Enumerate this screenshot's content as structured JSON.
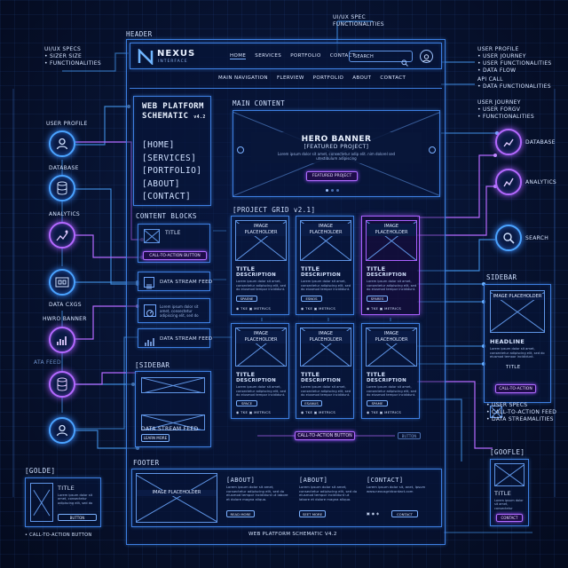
{
  "top_labels": {
    "spec": "UI/UX SPEC",
    "functionalities": "FUNCTIONALITIES"
  },
  "left_specs": {
    "title": "UI/UX SPECS",
    "items": [
      "• SIZER SIZE",
      "• FUNCTIONALITIES"
    ]
  },
  "right_specs": {
    "profile": [
      "USER PROFILE",
      "• USER JOURNEY",
      "• USER FUNCTIONALITIES",
      "• DATA FLOW"
    ],
    "api": [
      "API CALL",
      "• DATA FUNCTIONALITIES"
    ],
    "journey": [
      "USER JOURNEY",
      "• USER FORGV",
      "• FUNCTIONALITIES"
    ]
  },
  "header": {
    "label": "HEADER",
    "logo": "NEXUS",
    "logo_sub": "INTERFACE",
    "nav": [
      "HOME",
      "SERVICES",
      "PORTFOLIO",
      "CONTACT"
    ],
    "search_placeholder": "SEARCH"
  },
  "main_nav": [
    "MAIN NAVIGATION",
    "FLERVIEW",
    "PORTFOLIO",
    "ABOUT",
    "CONTACT"
  ],
  "platform": {
    "title": "WEB PLATFORM SCHEMATIC",
    "version": "v4.2",
    "menu": [
      "[HOME]",
      "[SERVICES]",
      "[PORTFOLIO]",
      "[ABOUT]",
      "[CONTACT]"
    ]
  },
  "content_blocks": {
    "label": "CONTENT BLOCKS",
    "title": "TITLE",
    "cta": "CALL-TO-ACTION BUTTON",
    "feed1": "DATA STREAM FEED",
    "feed2": "DATA STREAM FEED"
  },
  "main_content": {
    "label": "MAIN CONTENT",
    "hero_title": "HERO BANNER",
    "hero_sub": "[FEATURED PROJECT]",
    "hero_text": "Lorem ipsum dolor sit amet, consectetur adip elit. nim dolorel sed utestibulum adipiscing",
    "hero_button": "FEATURED PROJECT"
  },
  "project_grid": {
    "label": "[PROJECT GRID v2.1]",
    "cards": [
      {
        "ph": "IMAGE PLACEHOLDER",
        "title": "TITLE",
        "desc": "DESCRIPTION",
        "tag": "SPAENE",
        "t1": "TKE",
        "t2": "METRICS"
      },
      {
        "ph": "IMAGE PLACEHOLDER",
        "title": "TITLE",
        "desc": "DESCRIPTION",
        "tag": "ESNOS",
        "t1": "TKE",
        "t2": "METRICS"
      },
      {
        "ph": "IMAGE PLACEHOLDER",
        "title": "TITLE",
        "desc": "DESCRIPTION",
        "tag": "SPARES",
        "t1": "TKE",
        "t2": "METRICS"
      },
      {
        "ph": "IMAGE PLACEHOLDER",
        "title": "TITLE",
        "desc": "DESCRIPTION",
        "tag": "SPACE",
        "t1": "TKE",
        "t2": "METRICS"
      },
      {
        "ph": "IMAGE PLACEHOLDER",
        "title": "TITLE",
        "desc": "DESCRIPTION",
        "tag": "ESANUS",
        "t1": "TKE",
        "t2": "METRICS"
      },
      {
        "ph": "IMAGE PLACEHOLDER",
        "title": "TITLE",
        "desc": "DESCRIPTION",
        "tag": "SPAME",
        "t1": "TKE",
        "t2": "METRICS"
      }
    ],
    "cta": "CALL-TO-ACTION BUTTON",
    "button": "BUTTON"
  },
  "lorem": "Lorem ipsum dolor sit amet, consectetur adipiscing elit, sed do eiusmod tempor incididunt.",
  "sidebar_left": {
    "label": "[SIDEBAR",
    "feed": "DATA STREAM FEED",
    "button": "LEARN MORE"
  },
  "sidebar_right": {
    "label": "SIDEBAR",
    "ph": "IMAGE PLACEHOLDER",
    "headline": "HEADLINE",
    "title": "TITLE",
    "cta": "CALL-TO-ACTION",
    "specs": [
      "• USER SPECS",
      "• CALL-TO-ACTION FEED",
      "• DATA STREAMALITIES"
    ]
  },
  "left_icons": [
    {
      "label": "USER PROFILE",
      "icon": "user-icon"
    },
    {
      "label": "DATABASE",
      "icon": "database-icon"
    },
    {
      "label": "ANALYTICS",
      "icon": "analytics-icon"
    },
    {
      "label": "DATA CXGS",
      "icon": "data-icon"
    },
    {
      "label": "HWRO BANNER",
      "icon": "chart-icon"
    },
    {
      "label": "",
      "icon": "database-icon"
    },
    {
      "label": "",
      "icon": "user-icon"
    }
  ],
  "right_icons": [
    {
      "label": "DATABASE",
      "icon": "chart-icon"
    },
    {
      "label": "ANALYTICS",
      "icon": "analytics-icon"
    },
    {
      "label": "SEARCH",
      "icon": "search-icon"
    }
  ],
  "ata_feed": "ATA FEED",
  "footer": {
    "label": "FOOTER",
    "ph": "IMAGE PLACEHOLDER",
    "about1": "[ABOUT]",
    "about2": "[ABOUT]",
    "contact": "[CONTACT]",
    "about_text": "Lorem ipsum dolor sit amet, consectetur adipiscing elit, sed do eiusmod tempor incididunt ut labore et dolore magna aliqua.",
    "contact_text": "Lorem ipsum dolor sit, anet, Ipsum www.nexusgridcontact.com",
    "read_more": "READ MORE",
    "button2": "SEET MORE",
    "button3": "CONTACT",
    "bottom": "WEB PLATFORM SCHEMATIC v4.2"
  },
  "google_left": {
    "label": "[GOLDE]",
    "title": "TITLE",
    "button": "BUTTON",
    "cta": "• CALL-TO-ACTION BUTTON"
  },
  "google_right": {
    "label": "[GOOFLE]",
    "title": "TITLE",
    "button": "CONTACT"
  },
  "colors": {
    "blue": "#3d7ee0",
    "purple": "#a960ff",
    "bg": "#050d24"
  }
}
